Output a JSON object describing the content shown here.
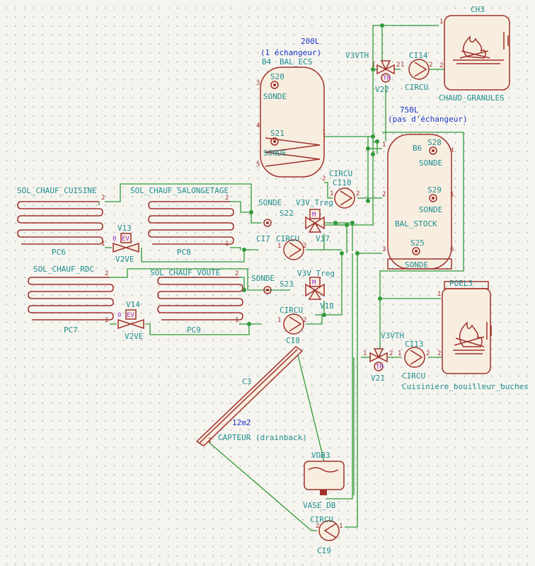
{
  "components": {
    "ch3": {
      "ref": "CH3",
      "value": "CHAUD_GRANULES"
    },
    "poel3": {
      "ref": "POEL3",
      "value": "Cuisiniere_bouilleur_buches"
    },
    "b4": {
      "ref": "B4",
      "value": "BAL_ECS",
      "note1": "200L",
      "note2": "(1 échangeur)"
    },
    "b6": {
      "ref": "B6",
      "value": "BAL_STOCK",
      "note1": "750L",
      "note2": "(pas d'échangeur)"
    },
    "c3": {
      "ref": "C3",
      "value": "CAPTEUR (drainback)",
      "note": "12m2"
    },
    "vdb3": {
      "ref": "VDB3",
      "value": "VASE_DB"
    },
    "s20": {
      "ref": "S20",
      "value": "SONDE"
    },
    "s21": {
      "ref": "S21",
      "value": "SONDE"
    },
    "s22": {
      "ref": "S22",
      "value": "SONDE"
    },
    "s23": {
      "ref": "S23",
      "value": "SONDE"
    },
    "s25": {
      "ref": "S25",
      "value": "SONDE"
    },
    "s28": {
      "ref": "S28",
      "value": "SONDE"
    },
    "s29": {
      "ref": "S29",
      "value": "SONDE"
    },
    "ci7": {
      "ref": "CI7",
      "value": "CIRCU"
    },
    "ci8": {
      "ref": "CI8",
      "value": "CIRCU"
    },
    "ci9": {
      "ref": "CI9",
      "value": "CIRCU"
    },
    "ci10": {
      "ref": "CI10",
      "value": "CIRCU"
    },
    "ci13": {
      "ref": "CI13",
      "value": "CIRCU"
    },
    "ci14": {
      "ref": "CI14",
      "value": "CIRCU"
    },
    "v13": {
      "ref": "V13",
      "value": "V2VE"
    },
    "v14": {
      "ref": "V14",
      "value": "V2VE"
    },
    "v17": {
      "ref": "V17",
      "value": "V3V_Treg"
    },
    "v18": {
      "ref": "V18",
      "value": "V3V_Treg"
    },
    "v21": {
      "ref": "V21",
      "value": "V3VTH"
    },
    "v22": {
      "ref": "V22",
      "value": "V3VTH"
    },
    "pc6": {
      "ref": "PC6",
      "value": "SOL_CHAUF_CUISINE"
    },
    "pc7": {
      "ref": "PC7",
      "value": "SOL_CHAUF_RDC"
    },
    "pc8": {
      "ref": "PC8",
      "value": "SOL_CHAUF_SALON&ETAGE"
    },
    "pc9": {
      "ref": "PC9",
      "value": "SOL_CHAUF_VOUTE"
    }
  },
  "symbols": {
    "motor": "M",
    "thermo": "TH",
    "ev": "EV"
  },
  "pins": {
    "p0": "0",
    "p1": "1",
    "p2": "2",
    "p3": "3",
    "p4": "4",
    "p5": "5",
    "p6": "6"
  }
}
